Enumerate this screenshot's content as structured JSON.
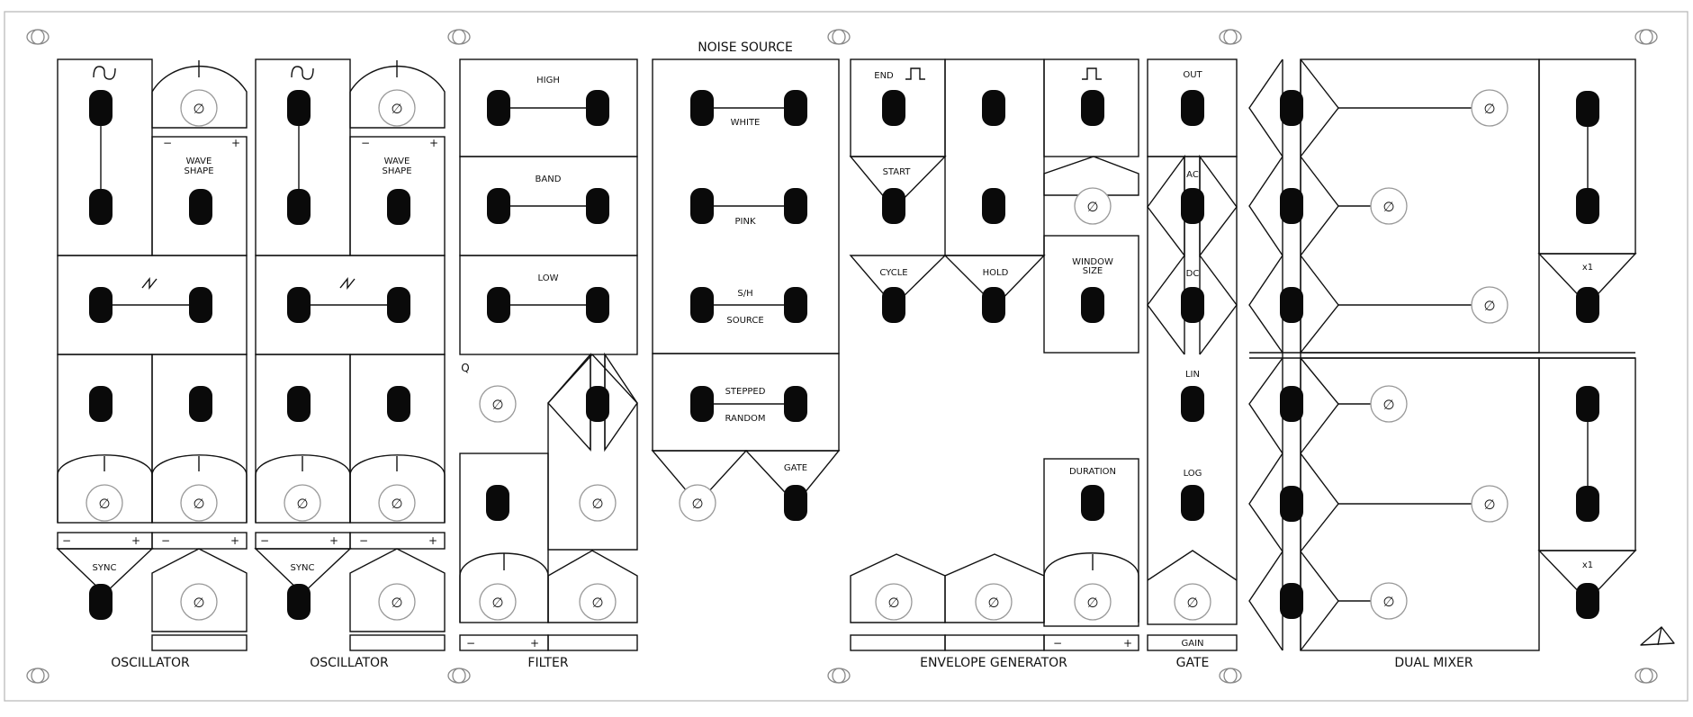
{
  "panel": {
    "colors": {
      "ink": "#111111",
      "panel": "#ffffff",
      "jack": "#0a0a0a",
      "knob": "#999999"
    },
    "glyphs": {
      "minus": "−",
      "plus": "+",
      "knob_mark": "∅"
    },
    "sections": {
      "oscillator_1": "OSCILLATOR",
      "oscillator_2": "OSCILLATOR",
      "filter": "FILTER",
      "noise": "NOISE SOURCE",
      "envelope": "ENVELOPE GENERATOR",
      "gate": "GATE",
      "mixer": "DUAL MIXER"
    },
    "labels": {
      "wave": "WAVE",
      "shape": "SHAPE",
      "sync": "SYNC",
      "high": "HIGH",
      "band": "BAND",
      "low": "LOW",
      "q": "Q",
      "white": "WHITE",
      "pink": "PINK",
      "sh": "S/H",
      "source": "SOURCE",
      "stepped": "STEPPED",
      "random": "RANDOM",
      "noise_gate": "GATE",
      "end": "END",
      "start": "START",
      "cycle": "CYCLE",
      "hold": "HOLD",
      "window": "WINDOW",
      "size": "SIZE",
      "duration": "DURATION",
      "out": "OUT",
      "ac": "AC",
      "dc": "DC",
      "lin": "LIN",
      "log": "LOG",
      "gain": "GAIN",
      "x1_top": "x1",
      "x1_bottom": "x1"
    },
    "icons": [
      "sine-wave-icon",
      "saw-wave-icon",
      "pulse-wave-icon",
      "triangle-logo-icon"
    ]
  }
}
